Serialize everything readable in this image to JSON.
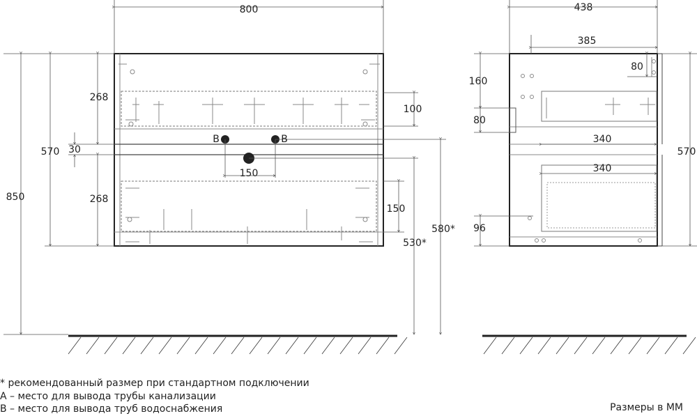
{
  "front_view": {
    "width": "800",
    "dim_height_total": "850",
    "dim_body_height": "570",
    "dim_drawer_top": "268",
    "dim_drawer_bottom": "268",
    "dim_gap": "30",
    "dim_top_shelf": "100",
    "dim_bottom_shelf": "150",
    "dim_pipe_spacing": "150",
    "dim_580": "580*",
    "dim_530": "530*",
    "label_b_left": "B",
    "label_b_right": "B"
  },
  "side_view": {
    "depth_total": "438",
    "depth_inner": "385",
    "dim_80_top": "80",
    "dim_160": "160",
    "dim_80_left": "80",
    "dim_340_top": "340",
    "dim_340_bottom": "340",
    "dim_96": "96",
    "dim_570": "570"
  },
  "notes": {
    "line1": "* рекомендованный размер при стандартном подключении",
    "line2": "А – место для вывода трубы канализации",
    "line3": "В – место для вывода труб водоснабжения"
  },
  "units_label": "Размеры в ММ",
  "colors": {
    "line": "#222222",
    "thin": "#555555",
    "hatch": "#333333"
  }
}
